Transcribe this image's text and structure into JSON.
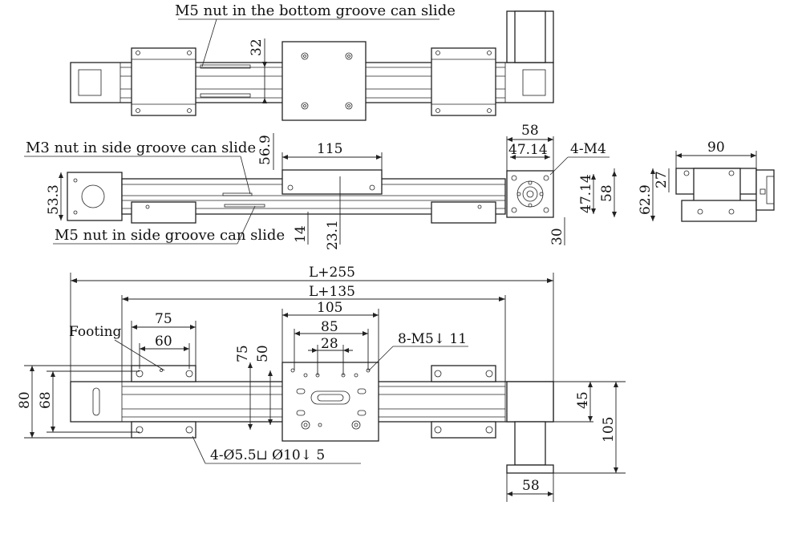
{
  "notes": {
    "m5_bottom": "M5 nut in the bottom groove can slide",
    "m3_side": "M3 nut in side groove can slide",
    "m5_side": "M5 nut in side groove can slide",
    "footing": "Footing",
    "holes_8_m5": "8-M5↓ 11",
    "holes_4_m4": "4-M4",
    "counterbore": "4-Ø5.5⊔ Ø10↓ 5"
  },
  "dims": {
    "d32": "32",
    "d115": "115",
    "d56_9": "56.9",
    "d53_3": "53.3",
    "d14": "14",
    "d23_1": "23.1",
    "d58_top": "58",
    "d47_14_h": "47.14",
    "d47_14_v": "47.14",
    "d58_side": "58",
    "d30": "30",
    "d90": "90",
    "d27": "27",
    "d62_9": "62.9",
    "L255": "L+255",
    "L135": "L+135",
    "d75_h": "75",
    "d60": "60",
    "d105_h": "105",
    "d85": "85",
    "d28": "28",
    "d75_v": "75",
    "d50": "50",
    "d80": "80",
    "d68": "68",
    "d45": "45",
    "d105_v": "105",
    "d58_bottom": "58"
  },
  "colors": {
    "line": "#222222",
    "fill": "#ffffff",
    "shade": "#e9e9e9"
  }
}
